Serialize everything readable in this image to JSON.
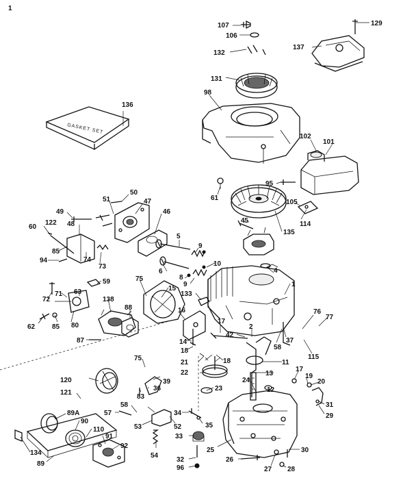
{
  "diagram": {
    "gasket_set_label": "GASKET SET",
    "callouts": [
      {
        "id": "c1",
        "text": "1"
      },
      {
        "id": "c107",
        "text": "107"
      },
      {
        "id": "c106",
        "text": "106"
      },
      {
        "id": "c129",
        "text": "129"
      },
      {
        "id": "c132",
        "text": "132"
      },
      {
        "id": "c137",
        "text": "137"
      },
      {
        "id": "c131",
        "text": "131"
      },
      {
        "id": "c98",
        "text": "98"
      },
      {
        "id": "c136",
        "text": "136"
      },
      {
        "id": "c102",
        "text": "102"
      },
      {
        "id": "c101",
        "text": "101"
      },
      {
        "id": "c95",
        "text": "95"
      },
      {
        "id": "c61",
        "text": "61"
      },
      {
        "id": "c105",
        "text": "105"
      },
      {
        "id": "c114",
        "text": "114"
      },
      {
        "id": "c50",
        "text": "50"
      },
      {
        "id": "c51",
        "text": "51"
      },
      {
        "id": "c47",
        "text": "47"
      },
      {
        "id": "c49",
        "text": "49"
      },
      {
        "id": "c46",
        "text": "46"
      },
      {
        "id": "c45",
        "text": "45"
      },
      {
        "id": "c135",
        "text": "135"
      },
      {
        "id": "c60",
        "text": "60"
      },
      {
        "id": "c122",
        "text": "122"
      },
      {
        "id": "c48",
        "text": "48"
      },
      {
        "id": "c5",
        "text": "5"
      },
      {
        "id": "c9a",
        "text": "9"
      },
      {
        "id": "c85a",
        "text": "85"
      },
      {
        "id": "c94",
        "text": "94"
      },
      {
        "id": "c74",
        "text": "74"
      },
      {
        "id": "c73",
        "text": "73"
      },
      {
        "id": "c6",
        "text": "6"
      },
      {
        "id": "c10",
        "text": "10"
      },
      {
        "id": "c8",
        "text": "8"
      },
      {
        "id": "c9b",
        "text": "9"
      },
      {
        "id": "c4",
        "text": "4"
      },
      {
        "id": "c1b",
        "text": "1"
      },
      {
        "id": "c59",
        "text": "59"
      },
      {
        "id": "c75a",
        "text": "75"
      },
      {
        "id": "c15",
        "text": "15"
      },
      {
        "id": "c133",
        "text": "133"
      },
      {
        "id": "c72",
        "text": "72"
      },
      {
        "id": "c71",
        "text": "71"
      },
      {
        "id": "c63",
        "text": "63"
      },
      {
        "id": "c138",
        "text": "138"
      },
      {
        "id": "c62",
        "text": "62"
      },
      {
        "id": "c85b",
        "text": "85"
      },
      {
        "id": "c80",
        "text": "80"
      },
      {
        "id": "c88",
        "text": "88"
      },
      {
        "id": "c16",
        "text": "16"
      },
      {
        "id": "c17",
        "text": "17"
      },
      {
        "id": "c76",
        "text": "76"
      },
      {
        "id": "c77",
        "text": "77"
      },
      {
        "id": "c42",
        "text": "42"
      },
      {
        "id": "c2",
        "text": "2"
      },
      {
        "id": "c87",
        "text": "87"
      },
      {
        "id": "c14",
        "text": "14"
      },
      {
        "id": "c37",
        "text": "37"
      },
      {
        "id": "c18a",
        "text": "18"
      },
      {
        "id": "c58a",
        "text": "58"
      },
      {
        "id": "c115",
        "text": "115"
      },
      {
        "id": "c18b",
        "text": "18"
      },
      {
        "id": "c75b",
        "text": "75"
      },
      {
        "id": "c21",
        "text": "21"
      },
      {
        "id": "c11",
        "text": "11"
      },
      {
        "id": "c13",
        "text": "13"
      },
      {
        "id": "c22",
        "text": "22"
      },
      {
        "id": "c17b",
        "text": "17"
      },
      {
        "id": "c19",
        "text": "19"
      },
      {
        "id": "c120",
        "text": "120"
      },
      {
        "id": "c39",
        "text": "39"
      },
      {
        "id": "c24",
        "text": "24"
      },
      {
        "id": "c20",
        "text": "20"
      },
      {
        "id": "c36",
        "text": "36"
      },
      {
        "id": "c23",
        "text": "23"
      },
      {
        "id": "c12",
        "text": "12"
      },
      {
        "id": "c121",
        "text": "121"
      },
      {
        "id": "c83",
        "text": "83"
      },
      {
        "id": "c31",
        "text": "31"
      },
      {
        "id": "c58b",
        "text": "58"
      },
      {
        "id": "c29",
        "text": "29"
      },
      {
        "id": "c57",
        "text": "57"
      },
      {
        "id": "c89a",
        "text": "89A"
      },
      {
        "id": "c34",
        "text": "34"
      },
      {
        "id": "c90",
        "text": "90"
      },
      {
        "id": "c53",
        "text": "53"
      },
      {
        "id": "c52",
        "text": "52"
      },
      {
        "id": "c35",
        "text": "35"
      },
      {
        "id": "c110",
        "text": "110"
      },
      {
        "id": "c91",
        "text": "91"
      },
      {
        "id": "c33",
        "text": "33"
      },
      {
        "id": "c134",
        "text": "134"
      },
      {
        "id": "c92",
        "text": "92"
      },
      {
        "id": "c25",
        "text": "25"
      },
      {
        "id": "c30",
        "text": "30"
      },
      {
        "id": "c54",
        "text": "54"
      },
      {
        "id": "c26",
        "text": "26"
      },
      {
        "id": "c89",
        "text": "89"
      },
      {
        "id": "c32",
        "text": "32"
      },
      {
        "id": "c96",
        "text": "96"
      },
      {
        "id": "c27",
        "text": "27"
      },
      {
        "id": "c28",
        "text": "28"
      }
    ]
  }
}
